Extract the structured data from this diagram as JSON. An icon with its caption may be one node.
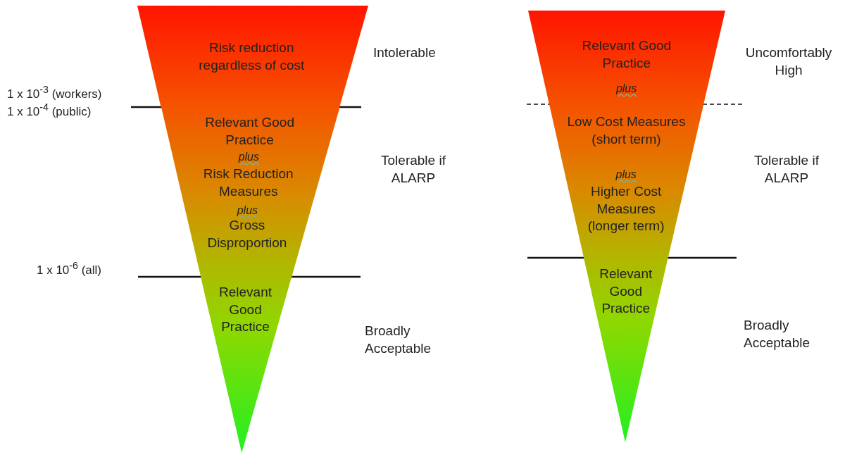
{
  "diagram": {
    "nodes": [
      {
        "text": [
          "Risk reduction regardless of cost"
        ],
        "beside": [
          "Intolerable"
        ]
      },
      {
        "text": [
          "Relevant Good Practice",
          "plus",
          "Risk Reduction Measures",
          "plus",
          "Gross Disproportion"
        ],
        "beside": [
          "Tolerable if ALARP"
        ]
      },
      {
        "text": [
          "Relevant Good Practice"
        ]
      },
      {
        "text": [
          "Relevant Good Practice",
          "plus"
        ],
        "beside": [
          "Uncomfortably High"
        ]
      },
      {
        "text": [
          "Low Cost Measures (short term)",
          "plus",
          "Higher Cost Measures (longer term)"
        ],
        "beside": [
          "Tolerable if ALARP"
        ]
      },
      {
        "text": [
          "Relevant Good Practice"
        ]
      }
    ],
    "labels": [
      "1 x 10$^{-3}$ (workers)",
      "1 x 10$^{-4}$ (public)",
      "1 x 10$^{-6}$ (all)",
      "Broadly Acceptable",
      "Broadly Acceptable"
    ]
  }
}
